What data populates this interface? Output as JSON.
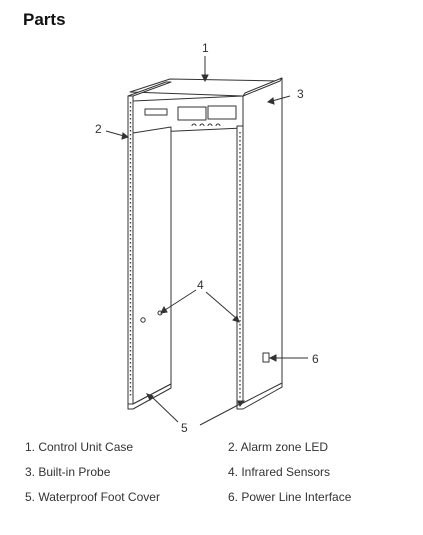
{
  "title": "Parts",
  "callouts": {
    "c1": "1",
    "c2": "2",
    "c3": "3",
    "c4": "4",
    "c5": "5",
    "c6": "6"
  },
  "legend": [
    "1. Control Unit Case",
    "2. Alarm zone LED",
    "3. Built-in Probe",
    "4. Infrared Sensors",
    "5. Waterproof Foot Cover",
    "6. Power Line Interface"
  ]
}
